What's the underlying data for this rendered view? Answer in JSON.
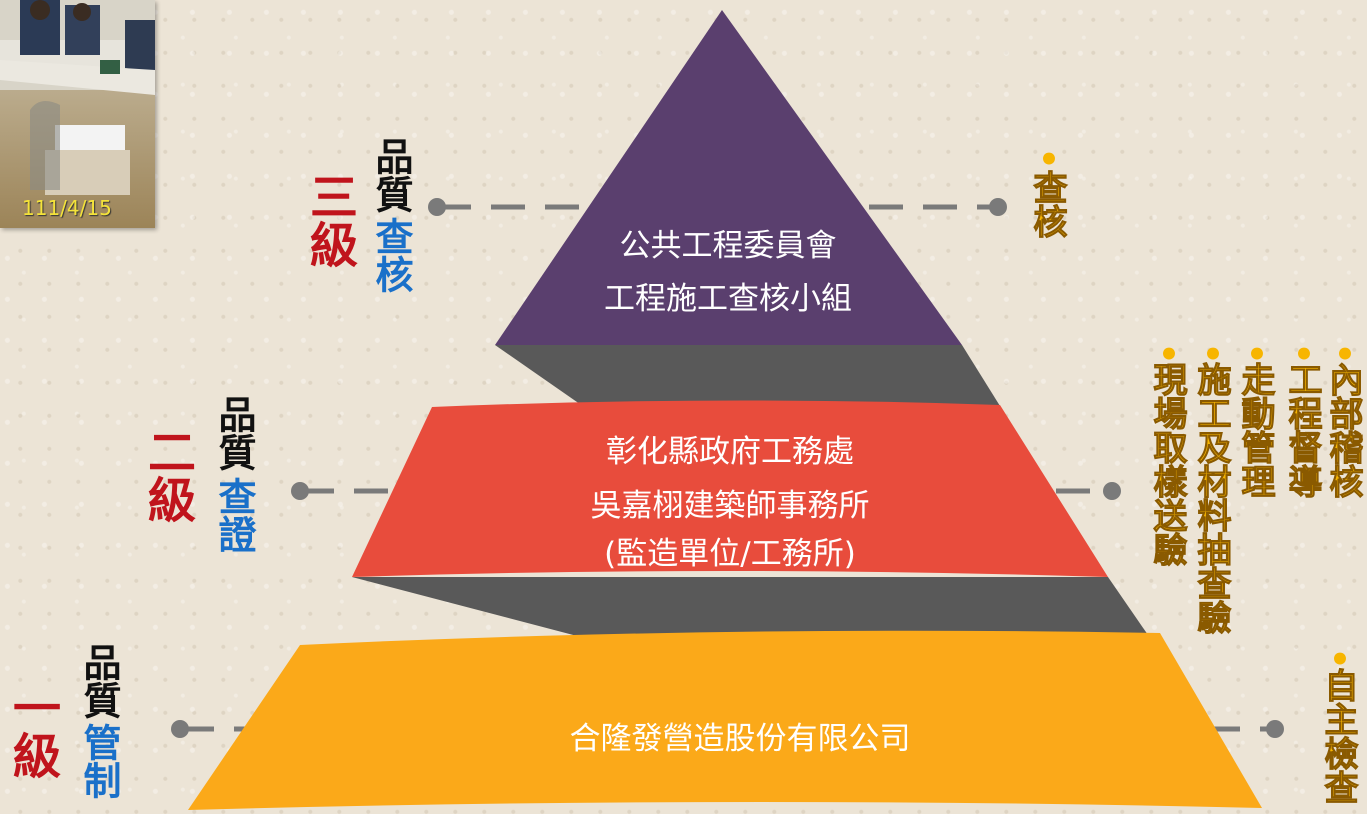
{
  "photo": {
    "date": "111/4/15"
  },
  "tiers": [
    {
      "level": "三級",
      "word1": "品質",
      "word2": "查核",
      "lines": [
        "公共工程委員會",
        "工程施工查核小組"
      ],
      "actions": [
        "查核"
      ]
    },
    {
      "level": "二級",
      "word1": "品質",
      "word2": "查證",
      "lines": [
        "彰化縣政府工務處",
        "吳嘉栩建築師事務所",
        "(監造單位/工務所)"
      ],
      "actions": [
        "內部稽核",
        "工程督導",
        "走動管理",
        "施工及材料抽查驗",
        "現場取樣送驗"
      ]
    },
    {
      "level": "一級",
      "word1": "品質",
      "word2": "管制",
      "lines": [
        "合隆發營造股份有限公司"
      ],
      "actions": [
        "自主檢查"
      ]
    }
  ],
  "colors": {
    "top": "#5a3f6e",
    "mid": "#e84c3c",
    "base": "#fba919",
    "shadow": "#595959"
  }
}
